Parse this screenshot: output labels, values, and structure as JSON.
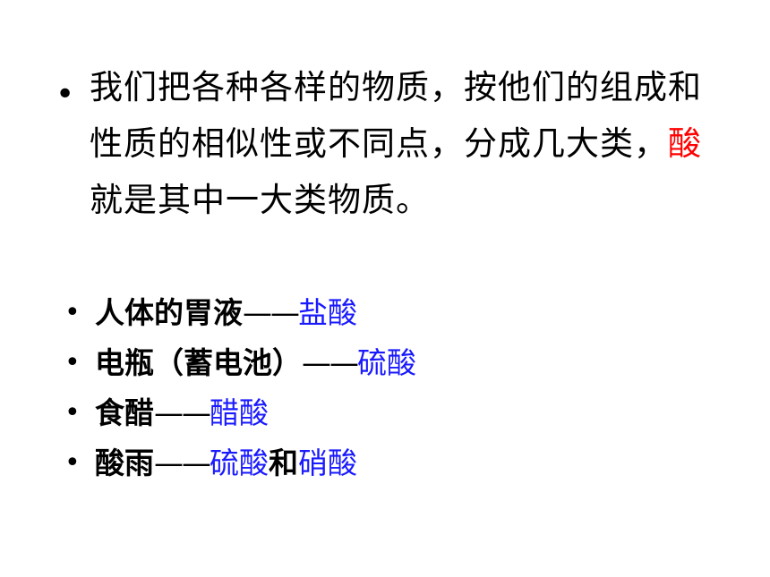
{
  "intro": {
    "bullet": "•",
    "before": "我们把各种各样的物质，按他们的组成和性质的相似性或不同点，分成几大类，",
    "highlight": "酸",
    "after": "就是其中一大类物质。",
    "highlight_color": "#ff0000"
  },
  "examples": [
    {
      "bullet": "•",
      "source": "人体的胃液",
      "dash": "——",
      "acid1": "盐酸",
      "joiner": "",
      "acid2": ""
    },
    {
      "bullet": "•",
      "source": "电瓶（蓄电池）",
      "dash": "——",
      "acid1": "硫酸",
      "joiner": "",
      "acid2": ""
    },
    {
      "bullet": "•",
      "source": "食醋",
      "dash": "——",
      "acid1": "醋酸",
      "joiner": "",
      "acid2": ""
    },
    {
      "bullet": "•",
      "source": "酸雨",
      "dash": "——",
      "acid1": "硫酸",
      "joiner": "和",
      "acid2": "硝酸"
    }
  ],
  "acid_color": "#1a1aff"
}
